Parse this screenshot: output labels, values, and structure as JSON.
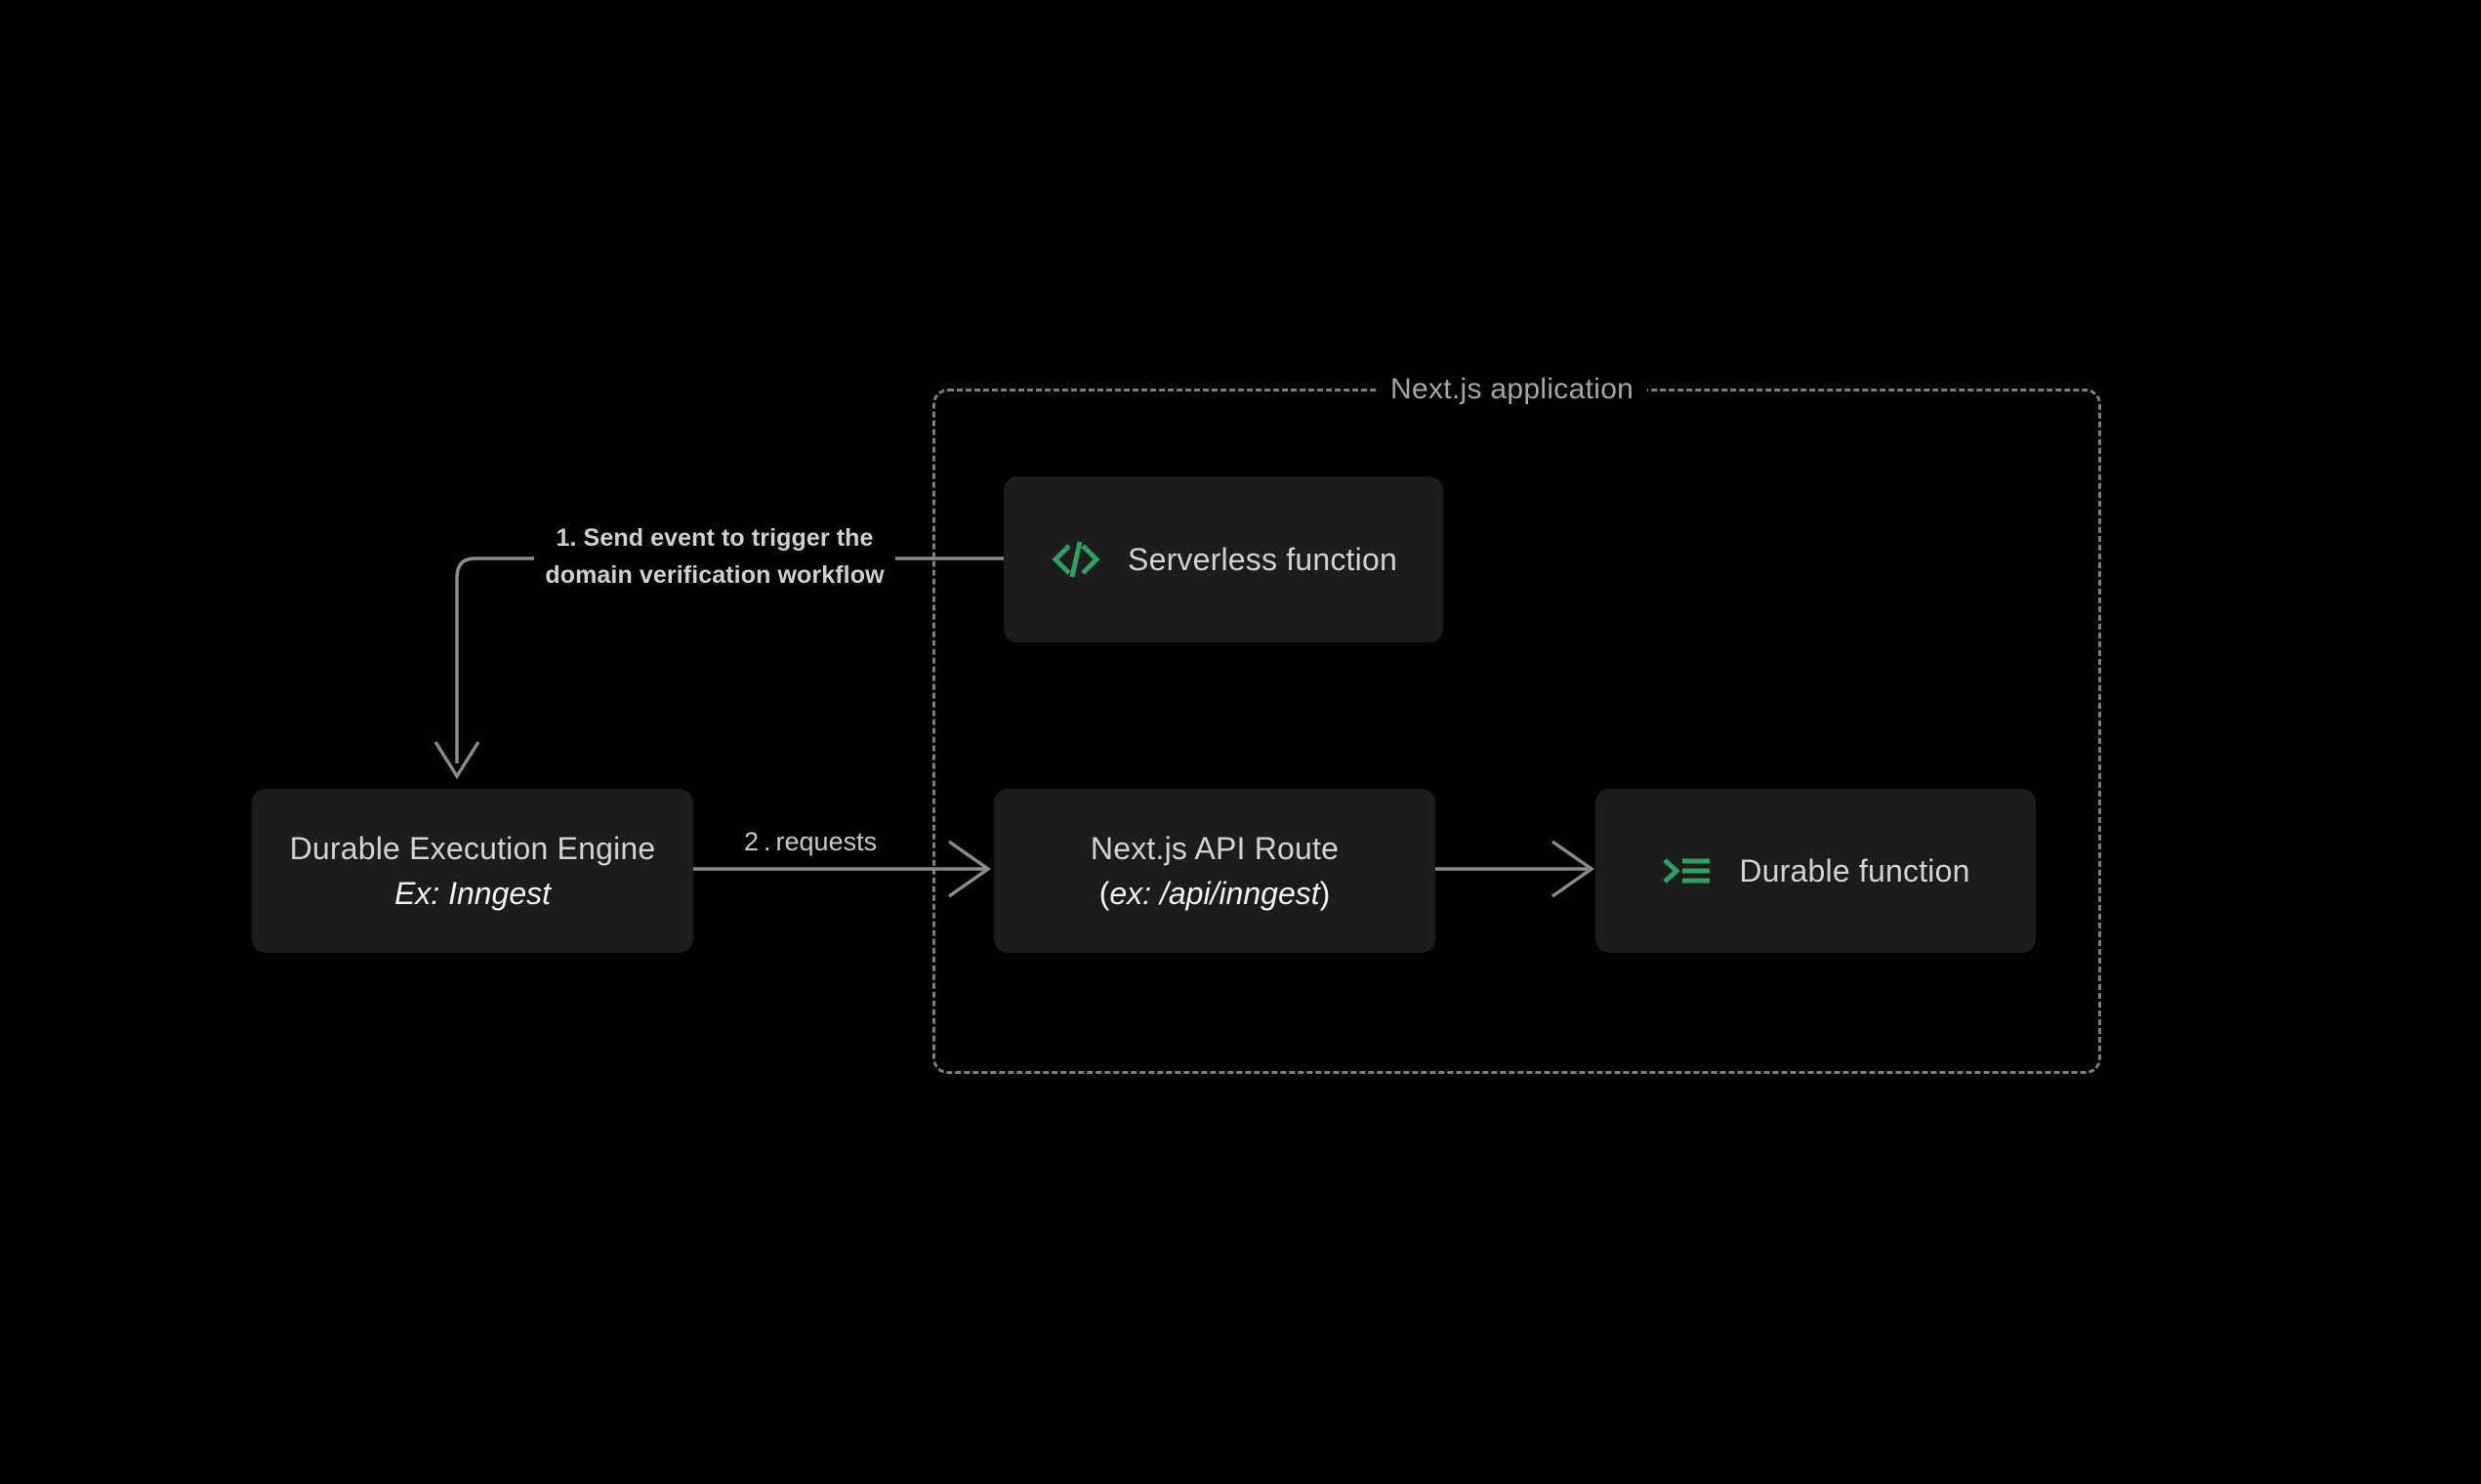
{
  "diagram": {
    "title": "Next.js application",
    "background_color": "#000000",
    "node_color": "#1c1c1c",
    "accent_color": "#2e9e63",
    "line_color": "#8a8a8a",
    "text_color": "#d2d2d2"
  },
  "container": {
    "label": "Next.js application"
  },
  "nodes": {
    "engine": {
      "title": "Durable Execution Engine",
      "subtitle": "Ex: Inngest"
    },
    "serverless": {
      "title": "Serverless function",
      "icon": "code-brackets-icon"
    },
    "api_route": {
      "title": "Next.js API Route",
      "subtitle_open": "(",
      "subtitle": "ex: /api/inngest",
      "subtitle_close": ")"
    },
    "durable_function": {
      "title": "Durable function",
      "icon": "terminal-list-icon"
    }
  },
  "edges": {
    "step1": {
      "line1": "1. Send event to trigger the",
      "line2": "domain verification workflow"
    },
    "step2": {
      "number": "2.",
      "label": "requests"
    }
  }
}
